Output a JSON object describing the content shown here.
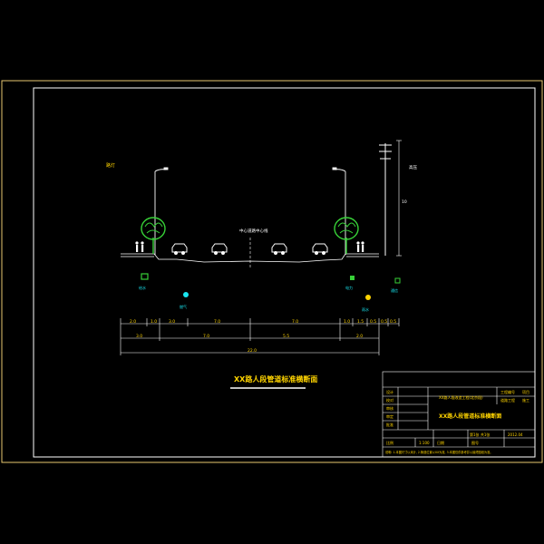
{
  "drawing": {
    "title": "XX路人段管道标准横断面",
    "centerline_label": "中心道路中心线",
    "left_label": "路灯",
    "pole_label_top": "高压",
    "pole_label_mid": "10",
    "dim_row1": [
      "2.0",
      "1.0",
      "3.0",
      "7.0",
      "1.0",
      "1.5",
      "0.5",
      "0.5"
    ],
    "dim_row2": [
      "3.0",
      "7.0",
      "5.5",
      "2.0"
    ],
    "dim_total": "22.0",
    "utilities": {
      "u1": "给水",
      "u2": "燃气",
      "u3": "电力",
      "u4": "通信",
      "u5": "雨水"
    }
  },
  "title_block": {
    "row1_left": "设计",
    "row1_project": "XX路人段改造工程(北京段)",
    "row1_right_a": "工程编号",
    "row1_right_b": "项目",
    "row2_left": "校对",
    "row2_right_a": "道路工程",
    "row2_right_b": "施工",
    "row3_left": "审核",
    "row4_left": "审定",
    "row5_left": "批准",
    "drawing_title": "XX路人段管道标准横断面",
    "bottom_a": "比例",
    "bottom_b": "1:100",
    "bottom_c": "日期",
    "bottom_d": "图号",
    "bottom_e": "2012.04",
    "bottom_f": "第1张 共1张",
    "note": "说明: 1.本图尺寸以米计, 2.管道位置以XX为准, 3.本图仅供参考并以最终图纸为准。"
  }
}
